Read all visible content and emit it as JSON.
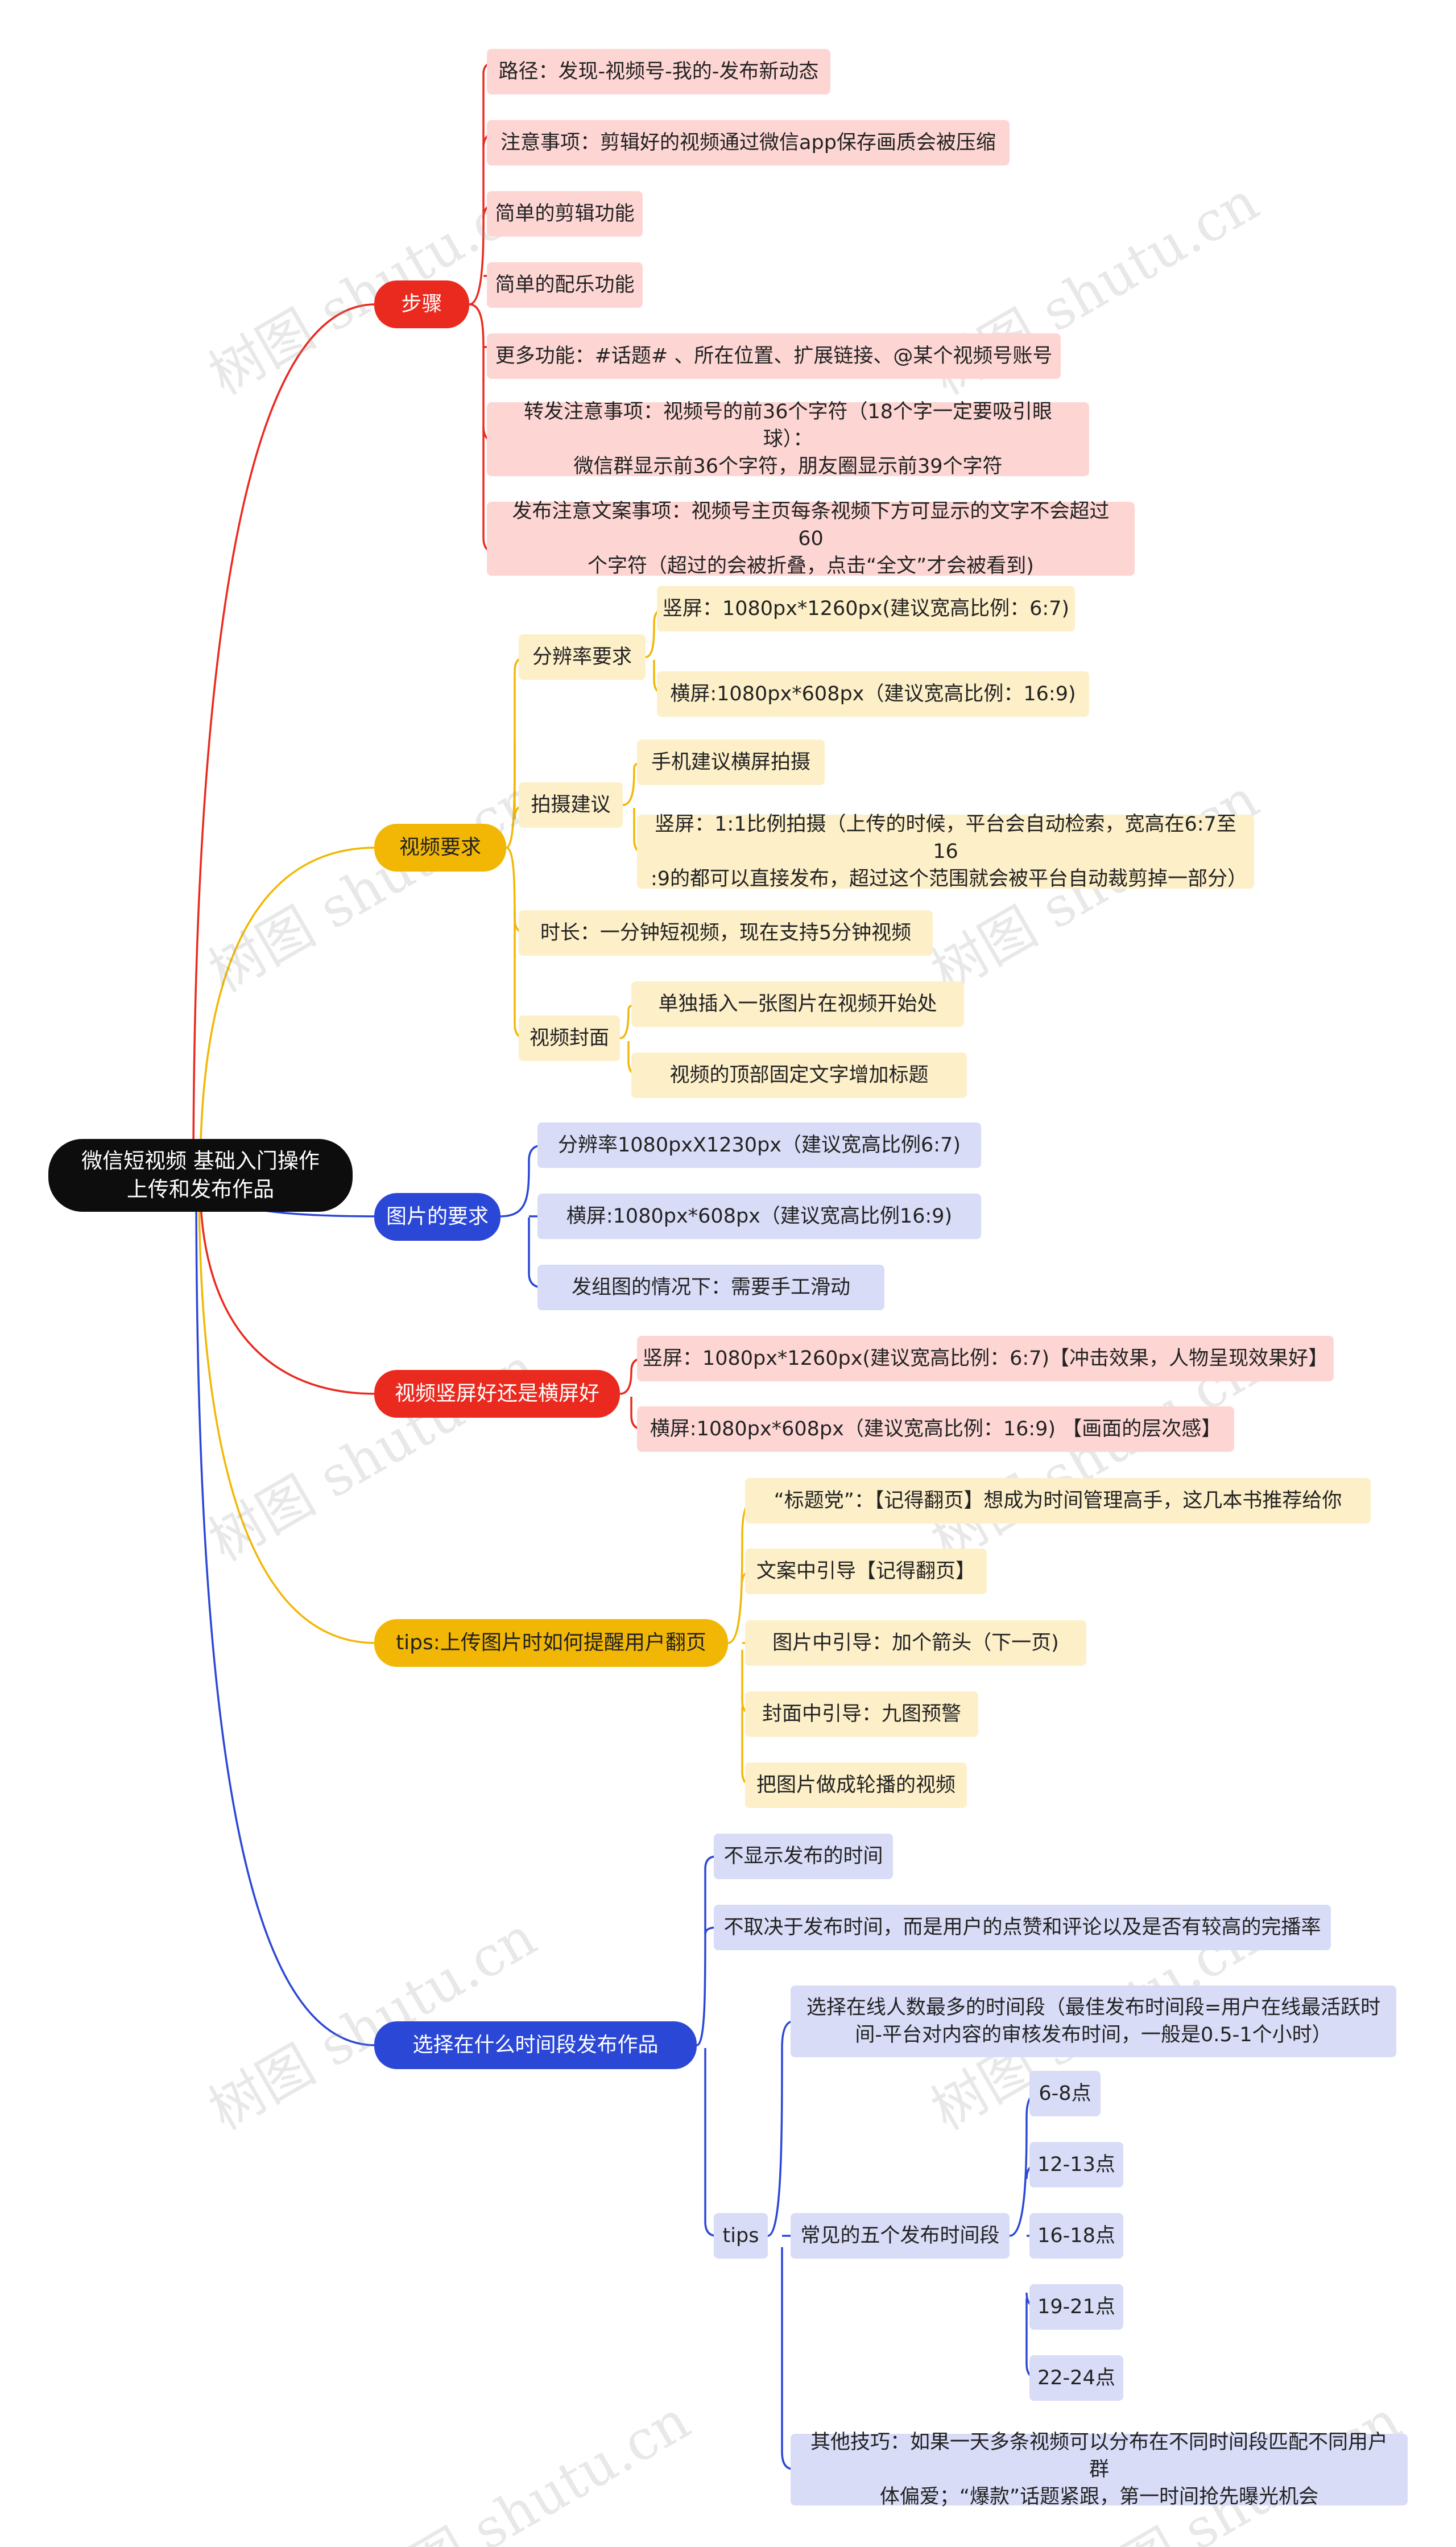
{
  "root": {
    "line1": "微信短视频 基础入门操作",
    "line2": "上传和发布作品"
  },
  "watermark": "树图 shutu.cn",
  "colors": {
    "red": "#ea2a1f",
    "yellow": "#f2b705",
    "blue": "#2b47d6",
    "root": "#0d0d0d"
  },
  "steps": {
    "label": "步骤",
    "items": [
      "路径：发现-视频号-我的-发布新动态",
      "注意事项：剪辑好的视频通过微信app保存画质会被压缩",
      "简单的剪辑功能",
      "简单的配乐功能",
      "更多功能：#话题# 、所在位置、扩展链接、@某个视频号账号"
    ],
    "forward": {
      "line1": "转发注意事项：视频号的前36个字符（18个字一定要吸引眼球）：",
      "line2": "微信群显示前36个字符，朋友圈显示前39个字符"
    },
    "publish": {
      "line1": "发布注意文案事项：视频号主页每条视频下方可显示的文字不会超过60",
      "line2": "个字符（超过的会被折叠，点击“全文”才会被看到)"
    }
  },
  "video_req": {
    "label": "视频要求",
    "resolution": {
      "label": "分辨率要求",
      "items": [
        "竖屏：1080px*1260px(建议宽高比例：6:7)",
        "横屏:1080px*608px（建议宽高比例：16:9)"
      ]
    },
    "shoot": {
      "label": "拍摄建议",
      "item1": "手机建议横屏拍摄",
      "item2": {
        "line1": "竖屏：1:1比例拍摄（上传的时候，平台会自动检索，宽高在6:7至16",
        "line2": ":9的都可以直接发布，超过这个范围就会被平台自动裁剪掉一部分）"
      }
    },
    "duration": "时长：一分钟短视频，现在支持5分钟视频",
    "cover": {
      "label": "视频封面",
      "items": [
        "单独插入一张图片在视频开始处",
        "视频的顶部固定文字增加标题"
      ]
    }
  },
  "image_req": {
    "label": "图片的要求",
    "items": [
      "分辨率1080pxX1230px（建议宽高比例6:7)",
      "横屏:1080px*608px（建议宽高比例16:9)",
      "发组图的情况下：需要手工滑动"
    ]
  },
  "orientation": {
    "label": "视频竖屏好还是横屏好",
    "items": [
      "竖屏：1080px*1260px(建议宽高比例：6:7)【冲击效果，人物呈现效果好】",
      "横屏:1080px*608px（建议宽高比例：16:9) 【画面的层次感】"
    ]
  },
  "tips_flip": {
    "label": "tips:上传图片时如何提醒用户翻页",
    "items": [
      "“标题党”：【记得翻页】想成为时间管理高手，这几本书推荐给你",
      "文案中引导【记得翻页】",
      "图片中引导：加个箭头（下一页)",
      "封面中引导：九图预警",
      "把图片做成轮播的视频"
    ]
  },
  "publish_time": {
    "label": "选择在什么时间段发布作品",
    "items": [
      "不显示发布的时间",
      "不取决于发布时间，而是用户的点赞和评论以及是否有较高的完播率"
    ],
    "tips": {
      "label": "tips",
      "online": {
        "line1": "选择在线人数最多的时间段（最佳发布时间段=用户在线最活跃时",
        "line2": "间-平台对内容的审核发布时间，一般是0.5-1个小时）"
      },
      "slots": {
        "label": "常见的五个发布时间段",
        "items": [
          "6-8点",
          "12-13点",
          "16-18点",
          "19-21点",
          "22-24点"
        ]
      },
      "other": {
        "line1": "其他技巧：如果一天多条视频可以分布在不同时间段匹配不同用户群",
        "line2": "体偏爱；“爆款”话题紧跟，第一时间抢先曝光机会"
      }
    }
  }
}
